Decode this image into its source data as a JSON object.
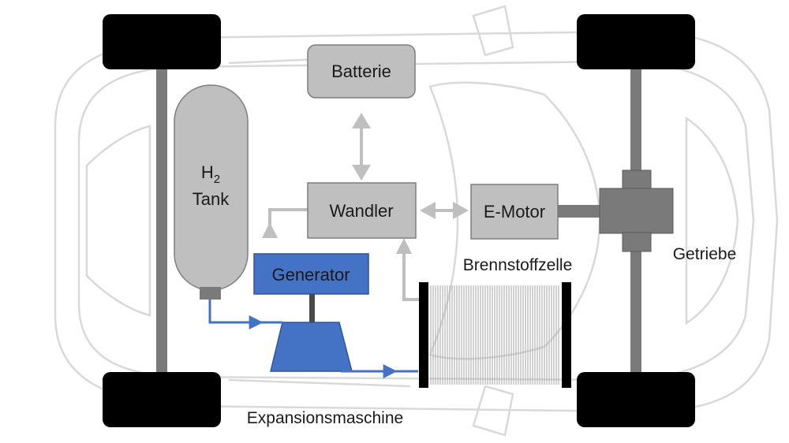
{
  "components": {
    "battery": "Batterie",
    "converter": "Wandler",
    "emotor": "E-Motor",
    "generator": "Generator",
    "tank_h": "H",
    "tank_sub": "2",
    "tank_word": "Tank",
    "fuelcell": "Brennstoffzelle",
    "gearbox": "Getriebe",
    "expander": "Expansionsmaschine"
  },
  "colors": {
    "blue": "#4472c4",
    "blue_dark": "#2f5597",
    "gray_box": "#bfbfbf",
    "gray_border": "#7f7f7f",
    "gray_dark": "#7a7a7a",
    "outline": "#d9d9d9",
    "wheel": "#000000"
  }
}
